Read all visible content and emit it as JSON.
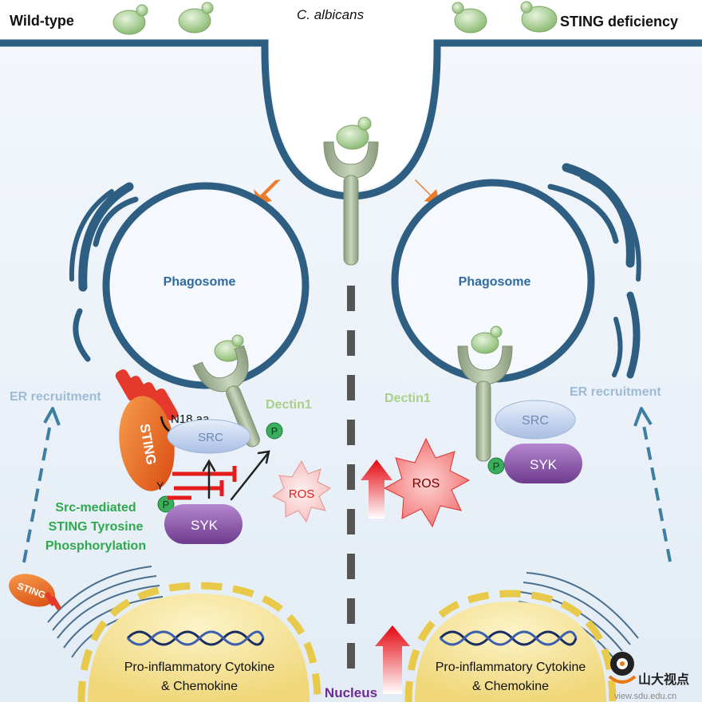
{
  "header": {
    "left_label": "Wild-type",
    "center_label": "C. albicans",
    "right_label": "STING deficiency"
  },
  "left_panel": {
    "phagosome": "Phagosome",
    "er_recruitment": "ER recruitment",
    "dectin": "Dectin1",
    "n18": "N18 aa",
    "src": "SRC",
    "sting_bar": "STING",
    "sting_small": "STING",
    "phospho_p": "P",
    "tyrosine": "Y",
    "syk": "SYK",
    "ros": "ROS",
    "caption_line1": "Src-mediated",
    "caption_line2": "STING Tyrosine",
    "caption_line3": "Phosphorylation",
    "nucleus_line1": "Pro-inflammatory Cytokine",
    "nucleus_line2": "& Chemokine"
  },
  "right_panel": {
    "phagosome": "Phagosome",
    "er_recruitment": "ER recruitment",
    "dectin": "Dectin1",
    "src": "SRC",
    "syk": "SYK",
    "phospho_p": "P",
    "ros": "ROS",
    "nucleus_line1": "Pro-inflammatory Cytokine",
    "nucleus_line2": "& Chemokine"
  },
  "footer": {
    "nucleus": "Nucleus",
    "logo_text": "山大视点",
    "logo_url": "view.sdu.edu.cn"
  },
  "colors": {
    "membrane": "#2e5f83",
    "cell_bg": "#eef4fa",
    "fungus": "#a9cf94",
    "receptor": "#a8b89a",
    "src": "#c7d6ef",
    "syk": "#8e5ea9",
    "sting_orange": "#e8641b",
    "phospho_green": "#3aae5c",
    "nucleus": "#f6e59a",
    "ros": "#e9454a",
    "er_text": "#9dbbd6",
    "caption_green": "#2fa84f",
    "nucleus_label": "#6b2c8f"
  }
}
